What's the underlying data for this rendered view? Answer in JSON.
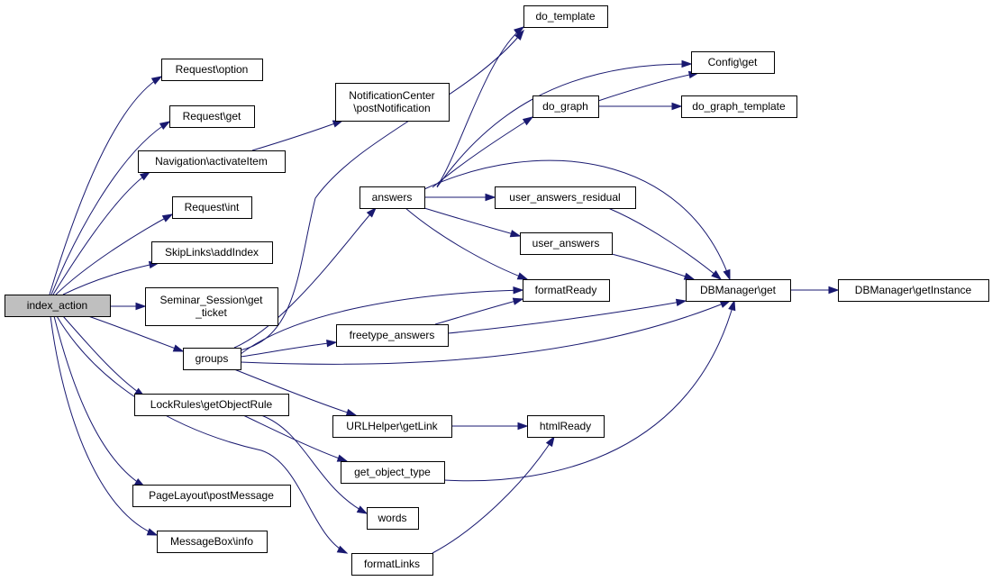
{
  "diagram": {
    "colors": {
      "edge": "#191970",
      "node_border": "#000000",
      "node_fill": "#ffffff",
      "root_fill": "#bfbfbf"
    },
    "nodes": [
      {
        "id": "index_action",
        "lines": [
          "index_action"
        ],
        "root": true
      },
      {
        "id": "req_option",
        "lines": [
          "Request\\option"
        ]
      },
      {
        "id": "req_get",
        "lines": [
          "Request\\get"
        ]
      },
      {
        "id": "nav_activate",
        "lines": [
          "Navigation\\activateItem"
        ]
      },
      {
        "id": "req_int",
        "lines": [
          "Request\\int"
        ]
      },
      {
        "id": "skiplinks",
        "lines": [
          "SkipLinks\\addIndex"
        ]
      },
      {
        "id": "seminar",
        "lines": [
          "Seminar_Session\\get",
          "_ticket"
        ]
      },
      {
        "id": "groups",
        "lines": [
          "groups"
        ]
      },
      {
        "id": "lockrules",
        "lines": [
          "LockRules\\getObjectRule"
        ]
      },
      {
        "id": "pagelayout",
        "lines": [
          "PageLayout\\postMessage"
        ]
      },
      {
        "id": "messagebox",
        "lines": [
          "MessageBox\\info"
        ]
      },
      {
        "id": "notif",
        "lines": [
          "NotificationCenter",
          "\\postNotification"
        ]
      },
      {
        "id": "answers",
        "lines": [
          "answers"
        ]
      },
      {
        "id": "freetype",
        "lines": [
          "freetype_answers"
        ]
      },
      {
        "id": "urlhelper",
        "lines": [
          "URLHelper\\getLink"
        ]
      },
      {
        "id": "get_object_type",
        "lines": [
          "get_object_type"
        ]
      },
      {
        "id": "words",
        "lines": [
          "words"
        ]
      },
      {
        "id": "formatlinks",
        "lines": [
          "formatLinks"
        ]
      },
      {
        "id": "do_template",
        "lines": [
          "do_template"
        ]
      },
      {
        "id": "config_get",
        "lines": [
          "Config\\get"
        ]
      },
      {
        "id": "do_graph",
        "lines": [
          "do_graph"
        ]
      },
      {
        "id": "do_graph_template",
        "lines": [
          "do_graph_template"
        ]
      },
      {
        "id": "uar",
        "lines": [
          "user_answers_residual"
        ]
      },
      {
        "id": "user_answers",
        "lines": [
          "user_answers"
        ]
      },
      {
        "id": "formatready",
        "lines": [
          "formatReady"
        ]
      },
      {
        "id": "htmlready",
        "lines": [
          "htmlReady"
        ]
      },
      {
        "id": "dbm_get",
        "lines": [
          "DBManager\\get"
        ]
      },
      {
        "id": "dbm_inst",
        "lines": [
          "DBManager\\getInstance"
        ]
      }
    ],
    "edges": [
      [
        "index_action",
        "req_option"
      ],
      [
        "index_action",
        "req_get"
      ],
      [
        "index_action",
        "nav_activate"
      ],
      [
        "index_action",
        "req_int"
      ],
      [
        "index_action",
        "skiplinks"
      ],
      [
        "index_action",
        "seminar"
      ],
      [
        "index_action",
        "groups"
      ],
      [
        "index_action",
        "lockrules"
      ],
      [
        "index_action",
        "pagelayout"
      ],
      [
        "index_action",
        "messagebox"
      ],
      [
        "index_action",
        "formatlinks"
      ],
      [
        "nav_activate",
        "notif"
      ],
      [
        "groups",
        "answers"
      ],
      [
        "groups",
        "freetype"
      ],
      [
        "groups",
        "urlhelper"
      ],
      [
        "groups",
        "do_template"
      ],
      [
        "groups",
        "formatready"
      ],
      [
        "groups",
        "dbm_get"
      ],
      [
        "lockrules",
        "get_object_type"
      ],
      [
        "lockrules",
        "words"
      ],
      [
        "answers",
        "do_template"
      ],
      [
        "answers",
        "config_get"
      ],
      [
        "answers",
        "do_graph"
      ],
      [
        "answers",
        "uar"
      ],
      [
        "answers",
        "user_answers"
      ],
      [
        "answers",
        "formatready"
      ],
      [
        "answers",
        "dbm_get"
      ],
      [
        "do_graph",
        "config_get"
      ],
      [
        "do_graph",
        "do_graph_template"
      ],
      [
        "uar",
        "dbm_get"
      ],
      [
        "user_answers",
        "dbm_get"
      ],
      [
        "freetype",
        "formatready"
      ],
      [
        "freetype",
        "dbm_get"
      ],
      [
        "urlhelper",
        "htmlready"
      ],
      [
        "get_object_type",
        "dbm_get"
      ],
      [
        "formatlinks",
        "htmlready"
      ],
      [
        "dbm_get",
        "dbm_inst"
      ]
    ]
  }
}
